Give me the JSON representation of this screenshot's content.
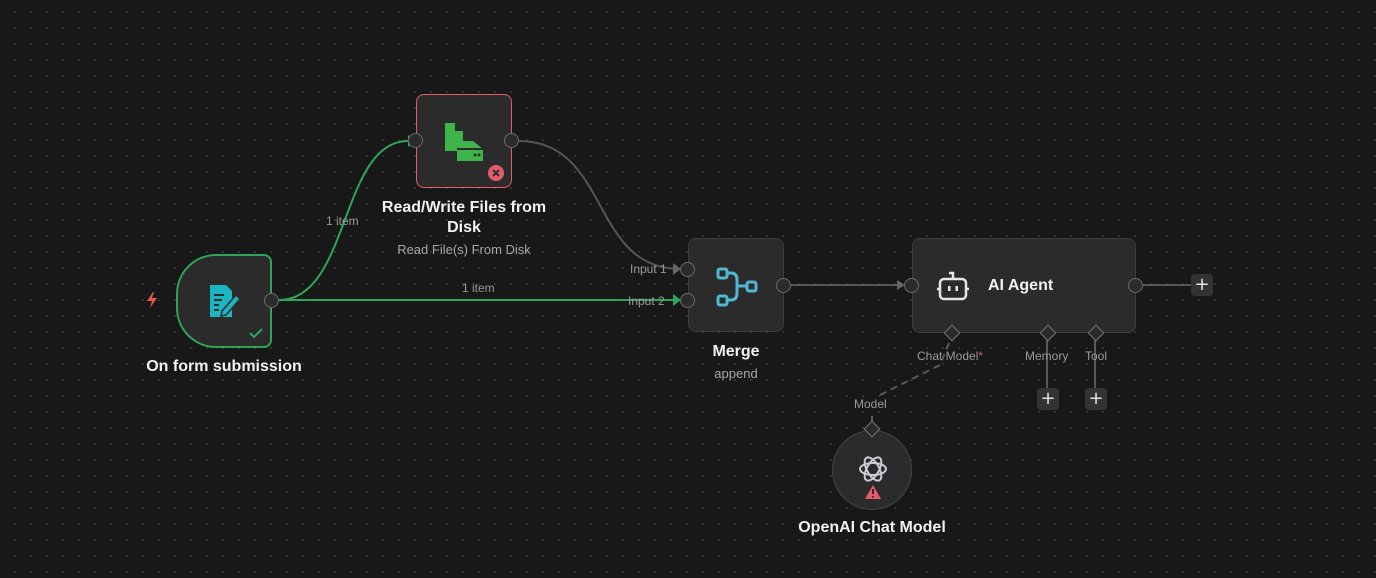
{
  "canvas": {
    "colors": {
      "success": "#2ea55a",
      "error": "#e55b6a",
      "form_icon": "#1bb5c4",
      "file_icon": "#3db54a",
      "merge_icon": "#4fb8d3",
      "neutral_edge": "#555555"
    }
  },
  "nodes": {
    "form_trigger": {
      "title": "On form submission",
      "icon": "form-edit-icon",
      "trigger_icon": "lightning-bolt-icon",
      "status": "success"
    },
    "read_write_files": {
      "title": "Read/Write Files from Disk",
      "subtitle": "Read File(s) From Disk",
      "icon": "file-disk-icon",
      "status": "error"
    },
    "merge": {
      "title": "Merge",
      "subtitle": "append",
      "icon": "merge-icon",
      "inputs": [
        "Input 1",
        "Input 2"
      ]
    },
    "ai_agent": {
      "title": "AI Agent",
      "icon": "robot-icon",
      "sub_inputs": [
        {
          "label": "Chat Model",
          "required_mark": "*"
        },
        {
          "label": "Memory"
        },
        {
          "label": "Tool"
        }
      ],
      "add_label": "+"
    },
    "openai_chat_model": {
      "title": "OpenAI Chat Model",
      "output_label": "Model",
      "icon": "openai-icon",
      "status": "warning"
    }
  },
  "edges": [
    {
      "from": "On form submission",
      "to": "Read/Write Files from Disk",
      "label": "1 item",
      "status": "success"
    },
    {
      "from": "On form submission",
      "to": "Merge (Input 2)",
      "label": "1 item",
      "status": "success"
    },
    {
      "from": "Read/Write Files from Disk",
      "to": "Merge (Input 1)",
      "label": "",
      "status": "neutral"
    },
    {
      "from": "Merge",
      "to": "AI Agent",
      "label": "",
      "status": "neutral"
    },
    {
      "from": "OpenAI Chat Model",
      "to": "AI Agent (Chat Model)",
      "label": "",
      "status": "dashed"
    }
  ]
}
